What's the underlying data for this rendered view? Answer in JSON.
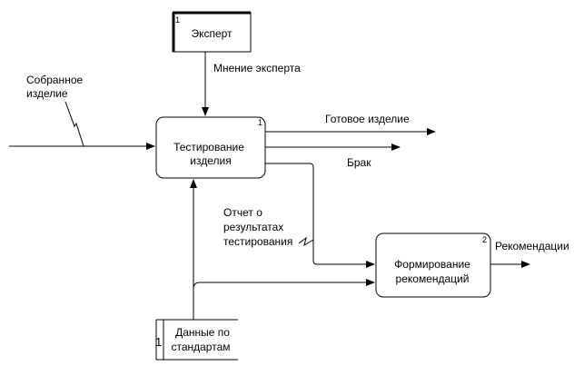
{
  "external_entities": {
    "expert": {
      "number": "1",
      "label": "Эксперт"
    }
  },
  "data_stores": {
    "standards": {
      "number": "1",
      "label_lines": [
        "Данные по",
        "стандартам"
      ]
    }
  },
  "processes": {
    "testing": {
      "number": "1",
      "label_lines": [
        "Тестирование",
        "изделия"
      ]
    },
    "recommendations": {
      "number": "2",
      "label_lines": [
        "Формирование",
        "рекомендаций"
      ]
    }
  },
  "arrows": {
    "assembled_product": {
      "label_lines": [
        "Собранное",
        "изделие"
      ]
    },
    "expert_opinion": {
      "label": "Мнение эксперта"
    },
    "finished_product": {
      "label": "Готовое изделие"
    },
    "defect": {
      "label": "Брак"
    },
    "test_report": {
      "label_lines": [
        "Отчет о",
        "результатах",
        "тестирования"
      ]
    },
    "recommendations_out": {
      "label": "Рекомендации"
    }
  }
}
